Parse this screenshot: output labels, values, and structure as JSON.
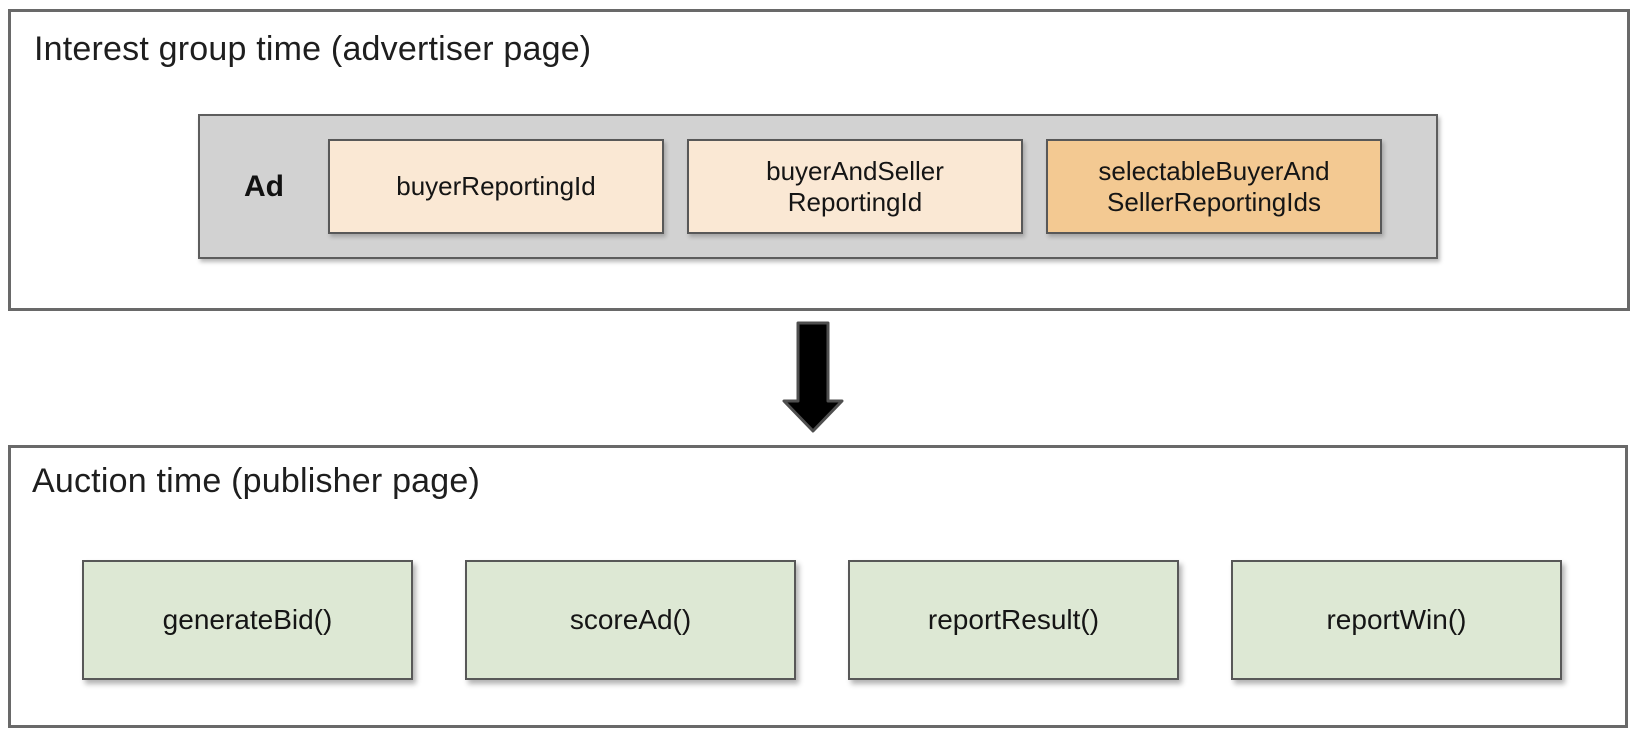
{
  "interest_group_section": {
    "title": "Interest group time (advertiser page)",
    "ad_container": {
      "label": "Ad",
      "boxes": [
        {
          "name": "buyerReportingId",
          "lines": [
            "buyerReportingId",
            ""
          ]
        },
        {
          "name": "buyerAndSellerReportingId",
          "lines": [
            "buyerAndSeller",
            "ReportingId"
          ]
        },
        {
          "name": "selectableBuyerAndSellerReportingIds",
          "lines": [
            "selectableBuyerAnd",
            "SellerReportingIds"
          ]
        }
      ]
    }
  },
  "arrow": {
    "icon": "down-arrow",
    "fill": "#000000",
    "outline": "#4f4f4f"
  },
  "auction_section": {
    "title": "Auction time (publisher page)",
    "function_boxes": [
      {
        "label": "generateBid()"
      },
      {
        "label": "scoreAd()"
      },
      {
        "label": "reportResult()"
      },
      {
        "label": "reportWin()"
      }
    ]
  },
  "colors": {
    "panel_border": "#696969",
    "box_border": "#585858",
    "ad_bar_bg": "#d2d2d2",
    "reporting_id_bg": "#fae8d4",
    "selectable_ids_bg": "#f3c992",
    "function_box_bg": "#dde8d4",
    "text": "#1e1e1e"
  }
}
